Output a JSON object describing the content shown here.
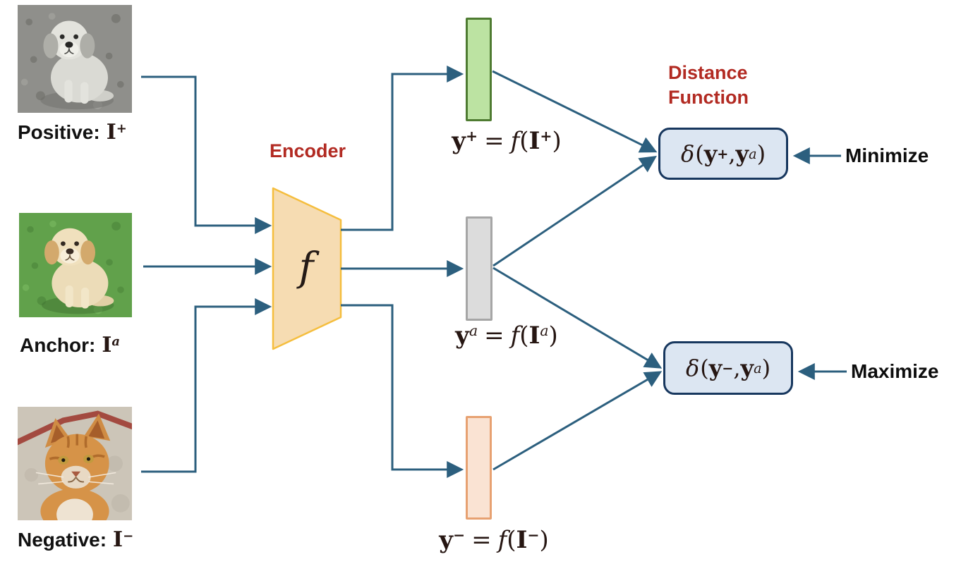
{
  "colors": {
    "arrow": "#2C5F7E",
    "accent_red": "#B22A22",
    "encoder_fill": "#F6DCB2",
    "encoder_border": "#F5BE3E",
    "embedding_positive_fill": "#BCE3A2",
    "embedding_positive_border": "#4E7B31",
    "embedding_anchor_fill": "#DCDCDC",
    "embedding_anchor_border": "#A6A6A6",
    "embedding_negative_fill": "#FAE3D3",
    "embedding_negative_border": "#E7A171",
    "distance_box_fill": "#DCE6F2",
    "distance_box_border": "#17375E",
    "math_text": "#261612",
    "label_text": "#111111"
  },
  "inputs": [
    {
      "prefix": "Positive:",
      "symbol": "I",
      "sup": "+",
      "alt": "grayscale puppy sitting on grass"
    },
    {
      "prefix": "Anchor:",
      "symbol": "I",
      "sup": "a",
      "alt": "cream puppy sitting on green grass"
    },
    {
      "prefix": "Negative:",
      "symbol": "I",
      "sup": "−",
      "alt": "orange tabby cat"
    }
  ],
  "encoder": {
    "title": "Encoder",
    "symbol": "f"
  },
  "embeddings": [
    {
      "y": "y",
      "y_sup": "+",
      "eq": "=",
      "f": "f",
      "open": "(",
      "I": "I",
      "I_sup": "+",
      "close": ")"
    },
    {
      "y": "y",
      "y_sup": "a",
      "eq": "=",
      "f": "f",
      "open": "(",
      "I": "I",
      "I_sup": "a",
      "close": ")"
    },
    {
      "y": "y",
      "y_sup": "−",
      "eq": "=",
      "f": "f",
      "open": "(",
      "I": "I",
      "I_sup": "−",
      "close": ")"
    }
  ],
  "distance": {
    "title_line1": "Distance",
    "title_line2": "Function",
    "boxes": [
      {
        "delta": "δ",
        "open": "(",
        "arg1": "y",
        "arg1_sup": "+",
        "sep": ", ",
        "arg2": "y",
        "arg2_sup": "a",
        "close": ")",
        "objective": "Minimize"
      },
      {
        "delta": "δ",
        "open": "(",
        "arg1": "y",
        "arg1_sup": "−",
        "sep": ", ",
        "arg2": "y",
        "arg2_sup": "a",
        "close": ")",
        "objective": "Maximize"
      }
    ]
  }
}
